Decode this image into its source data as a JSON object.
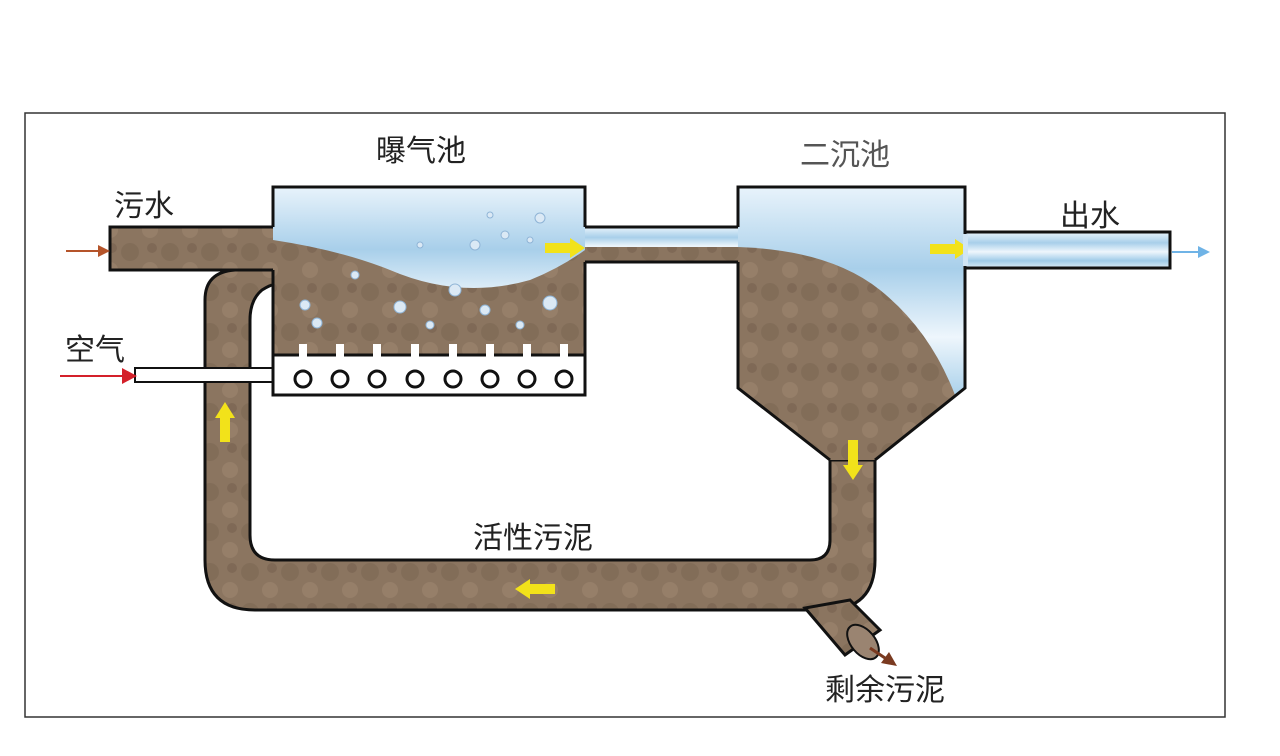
{
  "labels": {
    "aeration_tank": "曝气池",
    "secondary_clarifier": "二沉池",
    "sewage_inlet": "污水",
    "effluent": "出水",
    "air": "空气",
    "activated_sludge": "活性污泥",
    "excess_sludge": "剩余污泥"
  },
  "colors": {
    "sludge": "#8b7560",
    "water": "#a8cfea",
    "flow_arrow": "#f2e21a",
    "inlet_arrow": "#b5542a",
    "air_arrow": "#d4202a",
    "outlet_arrow": "#6fb3e6",
    "outline": "#111111"
  }
}
